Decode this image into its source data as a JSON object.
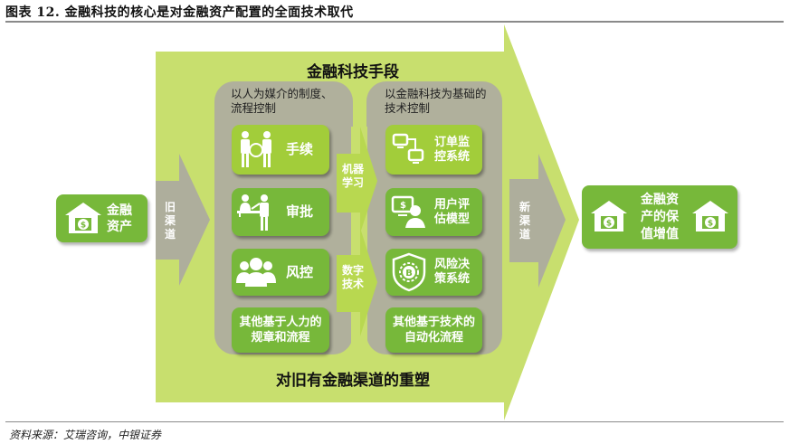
{
  "figure": {
    "title": "图表 12. 金融科技的核心是对金融资产配置的全面技术取代",
    "source": "资料来源：艾瑞咨询，中银证券"
  },
  "diagram": {
    "main_arrow": {
      "header": "金融科技手段",
      "footer": "对旧有金融渠道的重塑",
      "color": "#c8df6e"
    },
    "input": {
      "label": "金融资产",
      "icon": "bank-money-icon"
    },
    "old_channel": {
      "label": "旧渠道"
    },
    "new_channel": {
      "label": "新渠道"
    },
    "output": {
      "label": "金融资产的保值增值",
      "icons": [
        "bank-money-icon",
        "bank-money-icon"
      ]
    },
    "left_panel": {
      "caption": "以人为媒介的制度、流程控制",
      "items": [
        {
          "label": "手续",
          "icon": "people-handshake-icon"
        },
        {
          "label": "审批",
          "icon": "desk-approval-icon"
        },
        {
          "label": "风控",
          "icon": "group-users-icon"
        },
        {
          "label": "其他基于人力的规章和流程",
          "icon": ""
        }
      ]
    },
    "right_panel": {
      "caption": "以金融科技为基础的技术控制",
      "items": [
        {
          "label": "订单监控系统",
          "icon": "network-monitor-icon"
        },
        {
          "label": "用户评估模型",
          "icon": "user-evaluation-icon"
        },
        {
          "label": "风险决策系统",
          "icon": "shield-bitcoin-icon"
        },
        {
          "label": "其他基于技术的自动化流程",
          "icon": ""
        }
      ]
    },
    "connectors": [
      {
        "label": "机器学习"
      },
      {
        "label": "数字技术"
      }
    ],
    "colors": {
      "arrow_light_green": "#c8df6e",
      "panel_gray": "#b0b09c",
      "card_lime": "#a2cd3a",
      "card_green": "#77b83a",
      "small_arrow_gray": "#aeae9c"
    }
  }
}
